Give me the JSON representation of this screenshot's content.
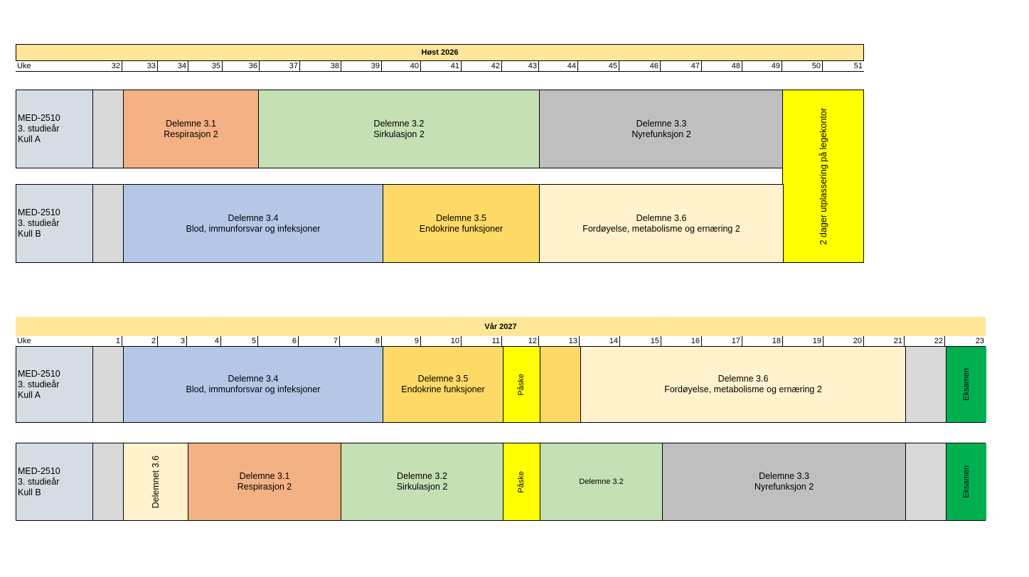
{
  "fall": {
    "title": "Høst 2026",
    "week_label": "Uke",
    "weeks": [
      "32",
      "33",
      "34",
      "35",
      "36",
      "37",
      "38",
      "39",
      "40",
      "41",
      "42",
      "43",
      "44",
      "45",
      "46",
      "47",
      "48",
      "49",
      "50",
      "51"
    ],
    "kull_a": {
      "label": [
        "MED-2510",
        "3. studieår",
        "Kull A"
      ],
      "d31": [
        "Delemne 3.1",
        "Respirasjon 2"
      ],
      "d32": [
        "Delemne 3.2",
        "Sirkulasjon 2"
      ],
      "d33": [
        "Delemne 3.3",
        "Nyrefunksjon 2"
      ]
    },
    "placement": "2  dager utplassering på legekontor",
    "kull_b": {
      "label": [
        "MED-2510",
        "3. studieår",
        "Kull B"
      ],
      "d34": [
        "Delemne 3.4",
        "Blod, immunforsvar og infeksjoner"
      ],
      "d35": [
        "Delemne 3.5",
        "Endokrine funksjoner"
      ],
      "d36": [
        "Delemne 3.6",
        "Fordøyelse, metabolisme og ernæring 2"
      ]
    }
  },
  "spring": {
    "title": "Vår 2027",
    "week_label": "Uke",
    "weeks": [
      "1",
      "2",
      "3",
      "4",
      "5",
      "6",
      "7",
      "8",
      "9",
      "10",
      "11",
      "12",
      "13",
      "14",
      "15",
      "16",
      "17",
      "18",
      "19",
      "20",
      "21",
      "22",
      "23"
    ],
    "kull_a": {
      "label": [
        "MED-2510",
        "3. studieår",
        "Kull A"
      ],
      "d34": [
        "Delemne 3.4",
        "Blod, immunforsvar og infeksjoner"
      ],
      "d35": [
        "Delemne 3.5",
        "Endokrine funksjoner"
      ],
      "paske": "Påske",
      "d36": [
        "Delemne 3.6",
        "Fordøyelse, metabolisme og ernæring 2"
      ],
      "exam": "Eksamen"
    },
    "kull_b": {
      "label": [
        "MED-2510",
        "3. studieår",
        "Kull B"
      ],
      "d36_vertical": "Delemnet 3.6",
      "d31": [
        "Delemne 3.1",
        "Respirasjon 2"
      ],
      "d32": [
        "Delemne 3.2",
        "Sirkulasjon 2"
      ],
      "paske": "Påske",
      "d32_small": "Delemne 3.2",
      "d33": [
        "Delemne 3.3",
        "Nyrefunksjon 2"
      ],
      "exam": "Eksamen"
    }
  },
  "colors": {
    "header": "#ffe699",
    "label": "#d6dce4",
    "gray": "#d9d9d9",
    "orange": "#f4b183",
    "green": "#c5e0b4",
    "darkgray": "#bfbfbf",
    "blue": "#b4c7e7",
    "amber": "#ffd966",
    "cream": "#fff2cc",
    "yellow": "#ffff00",
    "exam_green": "#00b050"
  }
}
